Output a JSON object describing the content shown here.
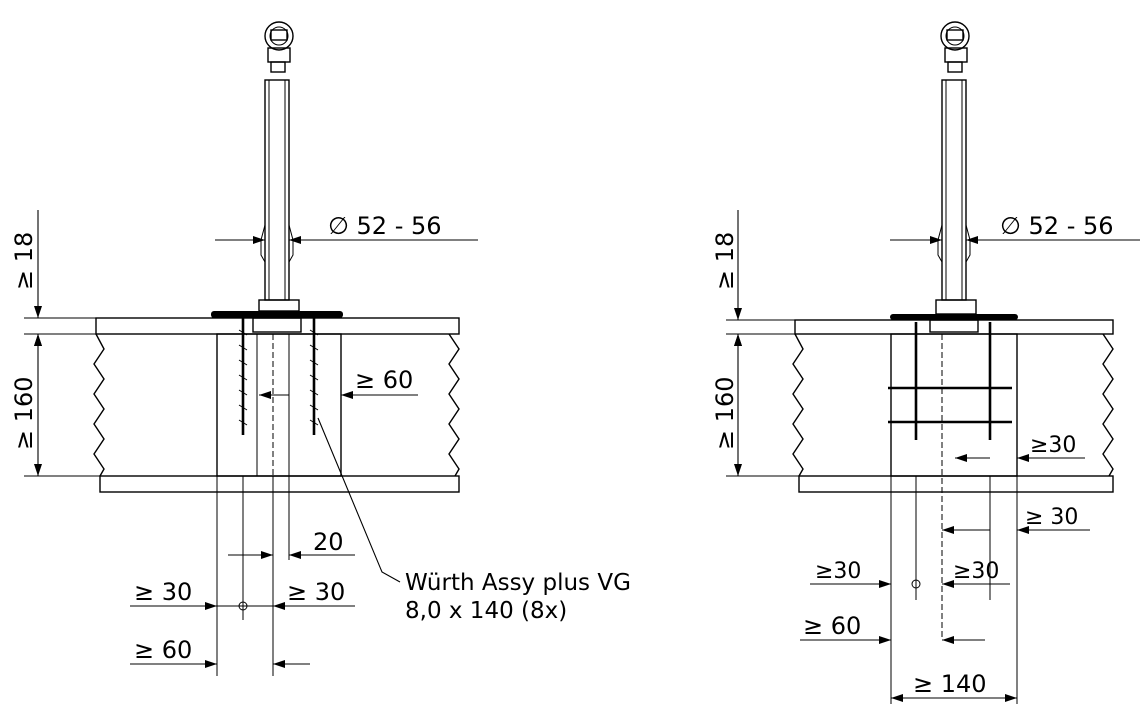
{
  "left_detail": {
    "dim_top_thickness": "≥ 18",
    "dim_slab_thickness": "≥ 160",
    "dim_diameter": "∅ 52 - 56",
    "dim_edge_60": "≥ 60",
    "dim_spacing_20": "20",
    "dim_left_30": "≥ 30",
    "dim_right_30": "≥ 30",
    "dim_bottom_60": "≥ 60",
    "screw_label_line1": "Würth Assy plus VG",
    "screw_label_line2": "8,0 x 140 (8x)"
  },
  "right_detail": {
    "dim_top_thickness": "≥ 18",
    "dim_slab_thickness": "≥ 160",
    "dim_diameter": "∅ 52 - 56",
    "dim_inner_30_a": "≥30",
    "dim_inner_30_b": "≥ 30",
    "dim_left_30": "≥30",
    "dim_right_30": "≥30",
    "dim_bottom_60": "≥ 60",
    "dim_width_140": "≥ 140"
  }
}
